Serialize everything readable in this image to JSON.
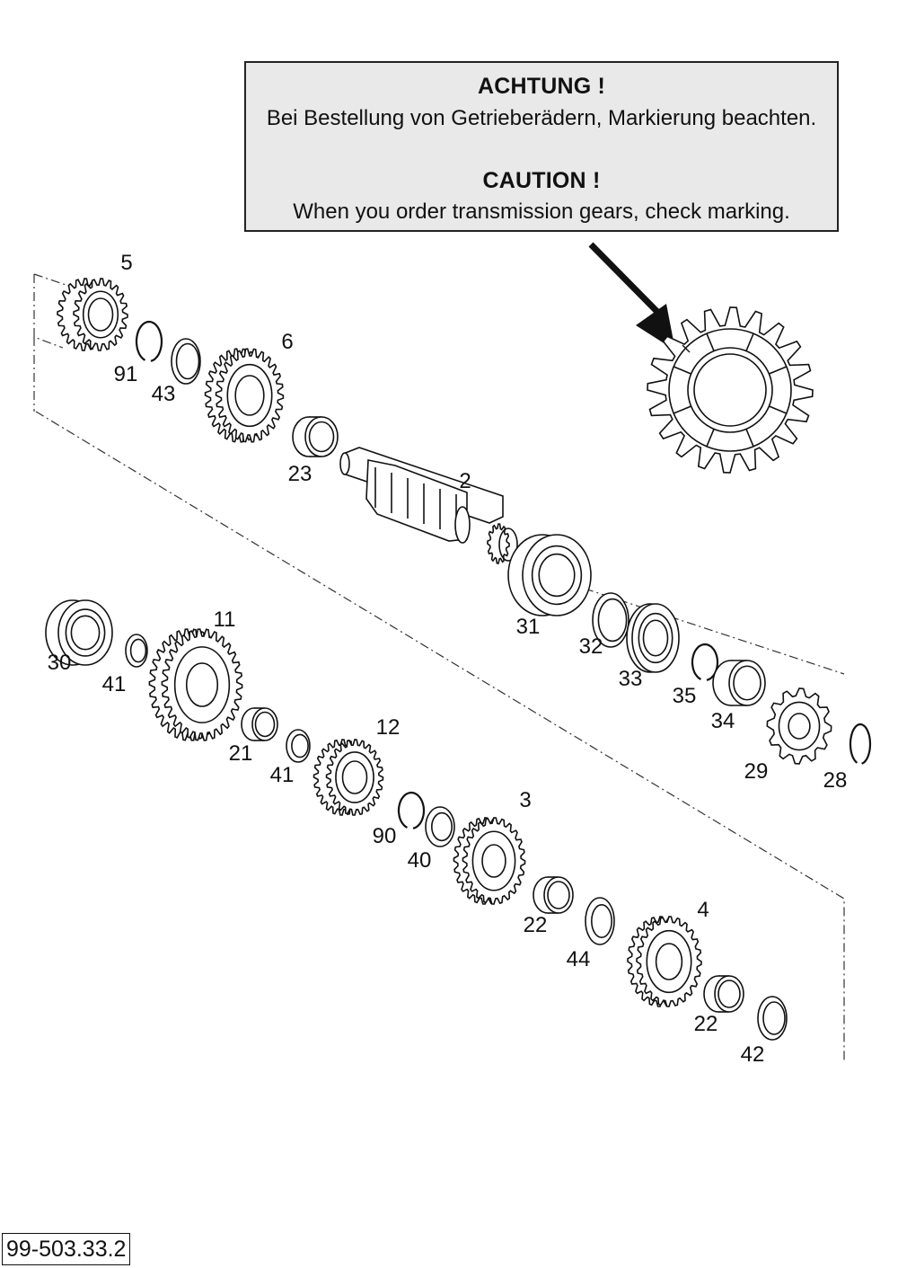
{
  "notice": {
    "heading_de": "ACHTUNG !",
    "text_de": "Bei Bestellung von Getrieberädern, Markierung beachten.",
    "heading_en": "CAUTION !",
    "text_en": "When you order transmission gears, check marking."
  },
  "document_number": "99-503.33.2",
  "part_callouts": [
    {
      "key": "p5",
      "number": "5"
    },
    {
      "key": "p91",
      "number": "91"
    },
    {
      "key": "p43",
      "number": "43"
    },
    {
      "key": "p6",
      "number": "6"
    },
    {
      "key": "p23",
      "number": "23"
    },
    {
      "key": "p2",
      "number": "2"
    },
    {
      "key": "p31",
      "number": "31"
    },
    {
      "key": "p32",
      "number": "32"
    },
    {
      "key": "p33",
      "number": "33"
    },
    {
      "key": "p35",
      "number": "35"
    },
    {
      "key": "p34",
      "number": "34"
    },
    {
      "key": "p29",
      "number": "29"
    },
    {
      "key": "p28",
      "number": "28"
    },
    {
      "key": "p30",
      "number": "30"
    },
    {
      "key": "p41a",
      "number": "41"
    },
    {
      "key": "p11",
      "number": "11"
    },
    {
      "key": "p21",
      "number": "21"
    },
    {
      "key": "p41b",
      "number": "41"
    },
    {
      "key": "p12",
      "number": "12"
    },
    {
      "key": "p90",
      "number": "90"
    },
    {
      "key": "p40",
      "number": "40"
    },
    {
      "key": "p3",
      "number": "3"
    },
    {
      "key": "p22a",
      "number": "22"
    },
    {
      "key": "p44",
      "number": "44"
    },
    {
      "key": "p4",
      "number": "4"
    },
    {
      "key": "p22b",
      "number": "22"
    },
    {
      "key": "p42",
      "number": "42"
    }
  ]
}
